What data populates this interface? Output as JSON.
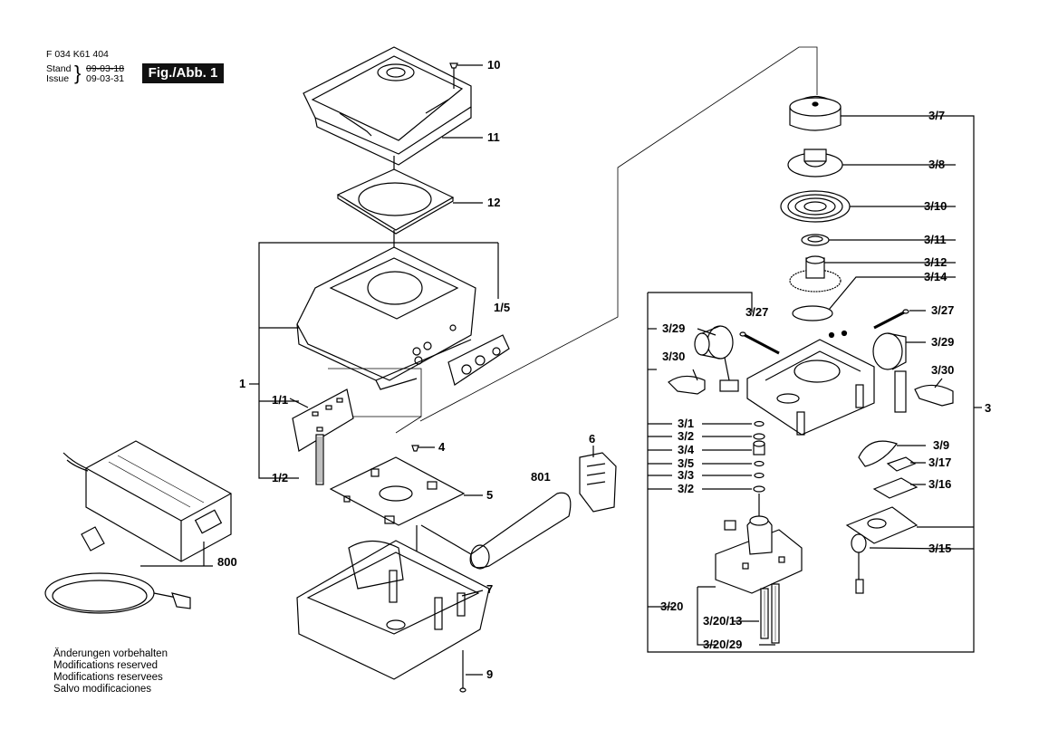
{
  "header": {
    "doc_number": "F 034 K61 404",
    "stand_label": "Stand",
    "stand_date": "09-03-18",
    "issue_label": "Issue",
    "issue_date": "09-03-31",
    "figure_label": "Fig./Abb. 1"
  },
  "notes": [
    "Änderungen vorbehalten",
    "Modifications reserved",
    "Modifications reservees",
    "Salvo modificaciones"
  ],
  "parts": {
    "p10": "10",
    "p11": "11",
    "p12": "12",
    "p1_5": "1/5",
    "p1": "1",
    "p1_1": "1/1",
    "p1_2": "1/2",
    "p4": "4",
    "p5": "5",
    "p6": "6",
    "p801": "801",
    "p800": "800",
    "p7": "7",
    "p9": "9",
    "p3_7": "3/7",
    "p3_8": "3/8",
    "p3_10": "3/10",
    "p3_11": "3/11",
    "p3_12": "3/12",
    "p3_14": "3/14",
    "p3_27a": "3/27",
    "p3_27b": "3/27",
    "p3_29a": "3/29",
    "p3_29b": "3/29",
    "p3_30a": "3/30",
    "p3_30b": "3/30",
    "p3": "3",
    "p3_1": "3/1",
    "p3_2a": "3/2",
    "p3_4": "3/4",
    "p3_5": "3/5",
    "p3_3": "3/3",
    "p3_2b": "3/2",
    "p3_9": "3/9",
    "p3_17": "3/17",
    "p3_16": "3/16",
    "p3_15": "3/15",
    "p3_20": "3/20",
    "p3_20_13": "3/20/13",
    "p3_20_29": "3/20/29"
  }
}
